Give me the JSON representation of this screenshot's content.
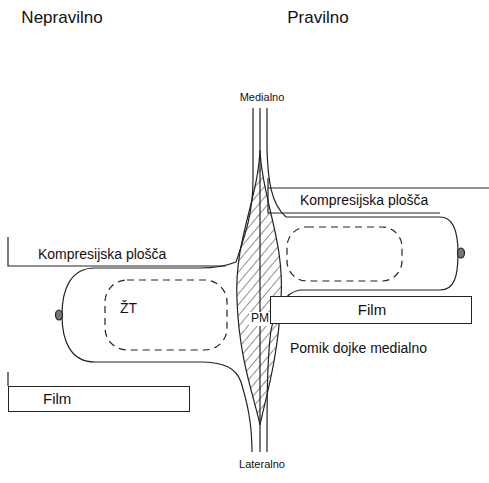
{
  "diagram": {
    "nodes": [
      {
        "text": [
          "Film"
        ]
      },
      {
        "text": [
          "Film"
        ]
      }
    ],
    "labels": [
      "Nepravilno",
      "Pravilno",
      "Medialno",
      "Kompresijska plošča",
      "Kompresijska plošča",
      "ŽT",
      "PM",
      "Pomik dojke medialno",
      "Lateralno"
    ]
  }
}
